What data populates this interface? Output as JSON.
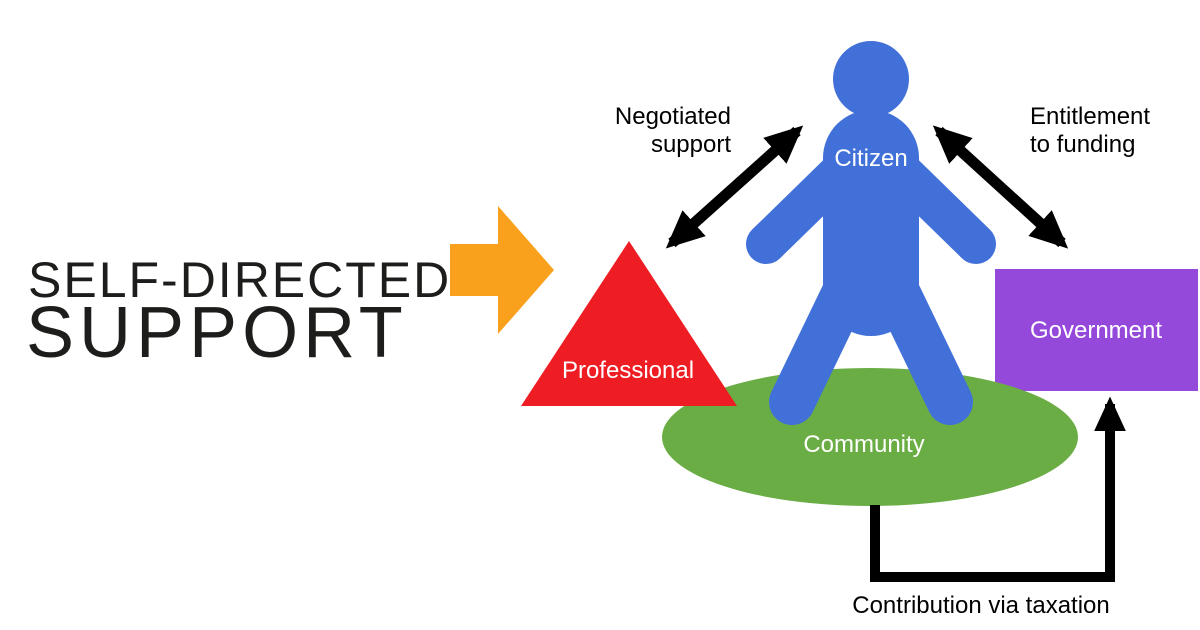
{
  "title": {
    "line1": "SELF-DIRECTED",
    "line2": "SUPPORT"
  },
  "colors": {
    "title": "#1d1d1b",
    "arrow": "#F9A11C",
    "connector": "#000000",
    "background": "#ffffff"
  },
  "nodes": {
    "citizen": {
      "label": "Citizen",
      "color": "#4170D8"
    },
    "professional": {
      "label": "Professional",
      "color": "#EE1D23"
    },
    "community": {
      "label": "Community",
      "color": "#6BAD45"
    },
    "government": {
      "label": "Government",
      "color": "#9549DB"
    }
  },
  "relations": {
    "negotiated_support": {
      "line1": "Negotiated",
      "line2": "support"
    },
    "entitlement_to_funding": {
      "line1": "Entitlement",
      "line2": "to funding"
    },
    "contribution_via_taxation": {
      "label": "Contribution via taxation"
    }
  }
}
